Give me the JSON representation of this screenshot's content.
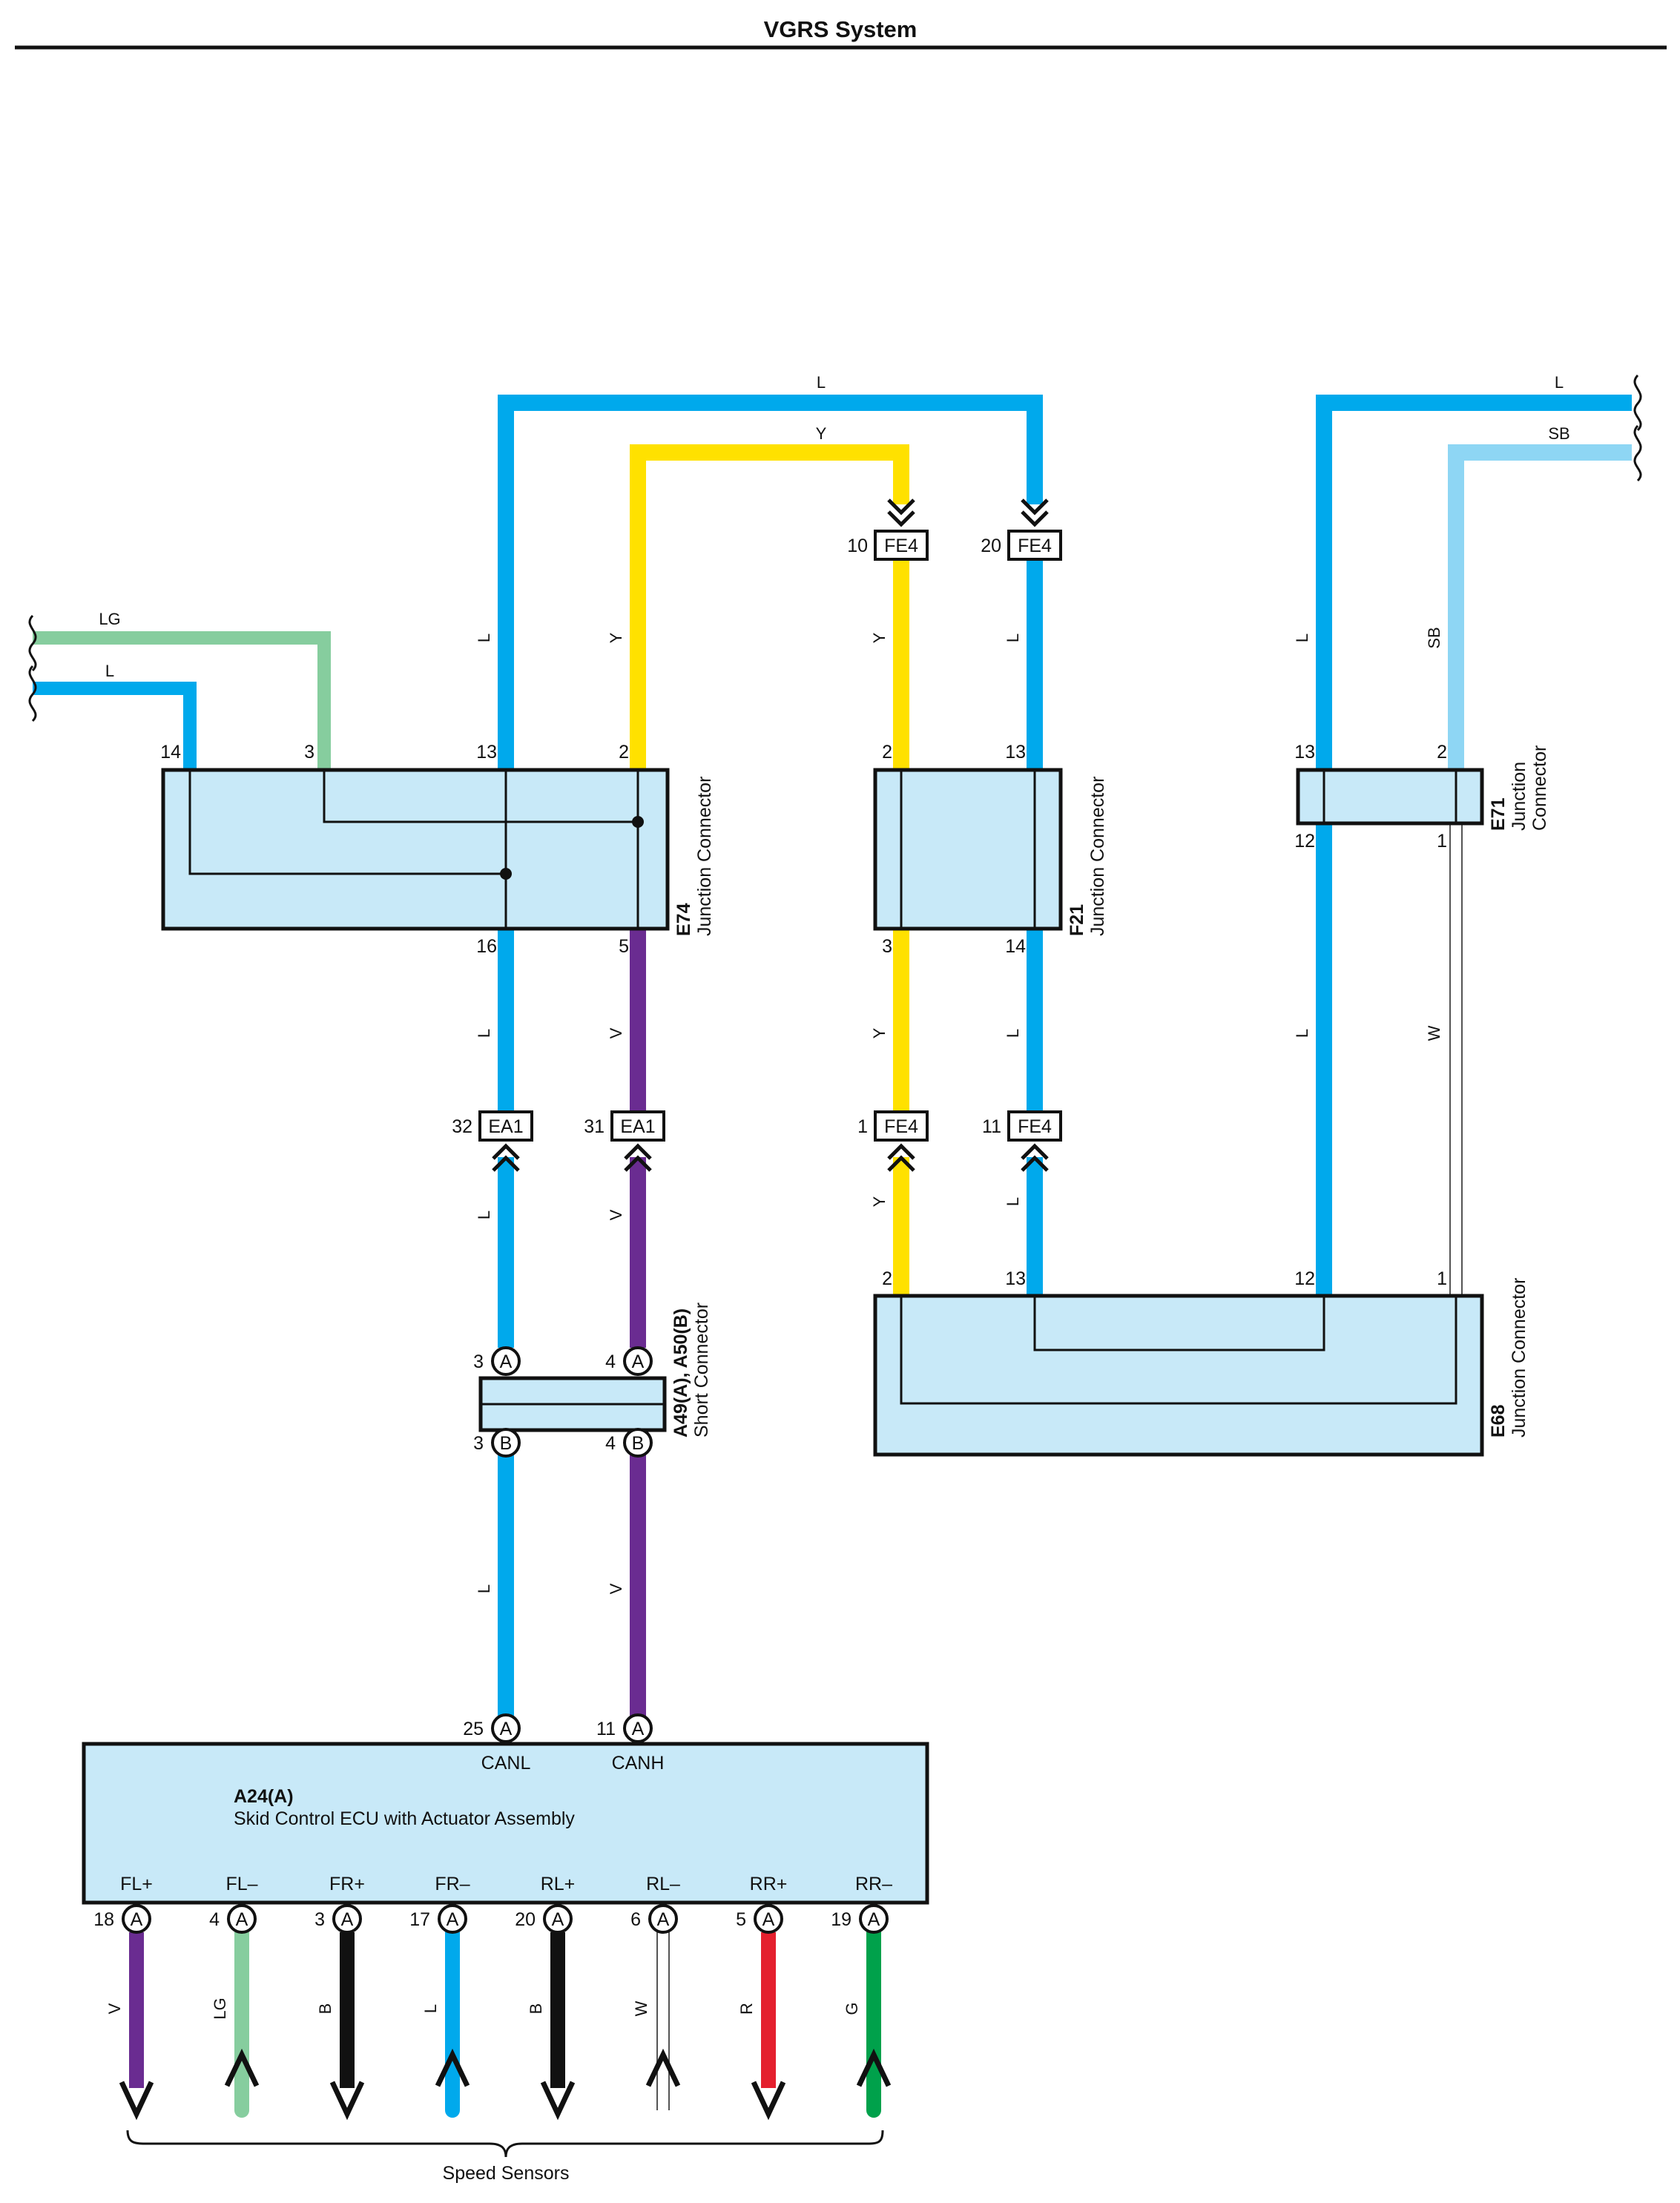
{
  "title": "VGRS System",
  "colors": {
    "L": "#00a9ec",
    "Y": "#ffe100",
    "LG": "#86cd9e",
    "SB": "#8ed6f4",
    "V": "#6a2c91",
    "B": "#111111",
    "R": "#e4202e",
    "G": "#00a14b",
    "W": "#ffffff",
    "box_fill": "#c8e9f8",
    "outline": "#111111"
  },
  "wires": {
    "top_l": "L",
    "top_y": "Y",
    "left_lg": "LG",
    "left_l": "L",
    "right_l": "L",
    "right_sb": "SB",
    "e74_13_up": "L",
    "e74_2_up": "Y",
    "f21_2_up": "Y",
    "f21_13_up": "L",
    "e71_13_up": "L",
    "e71_2_up": "SB",
    "e74_16_dn": "L",
    "e74_5_dn": "V",
    "f21_3_dn": "Y",
    "f21_14_dn": "L",
    "e71_12_dn": "L",
    "e71_1_dn": "W",
    "ea1_32_dn": "L",
    "ea1_31_dn": "V",
    "fe4_1_dn": "Y",
    "fe4_11_dn": "L",
    "a49_3_dn": "L",
    "a49_4_dn": "V"
  },
  "connectors": {
    "fe4_10": {
      "pin": "10",
      "name": "FE4"
    },
    "fe4_20": {
      "pin": "20",
      "name": "FE4"
    },
    "ea1_32": {
      "pin": "32",
      "name": "EA1"
    },
    "ea1_31": {
      "pin": "31",
      "name": "EA1"
    },
    "fe4_1": {
      "pin": "1",
      "name": "FE4"
    },
    "fe4_11": {
      "pin": "11",
      "name": "FE4"
    }
  },
  "e74": {
    "code": "E74",
    "desc": "Junction Connector",
    "pins_top": [
      "14",
      "3",
      "13",
      "2"
    ],
    "pins_bottom": [
      "16",
      "5"
    ]
  },
  "f21": {
    "code": "F21",
    "desc": "Junction Connector",
    "pins_top": [
      "2",
      "13"
    ],
    "pins_bottom": [
      "3",
      "14"
    ]
  },
  "e71": {
    "code": "E71",
    "desc_line1": "Junction",
    "desc_line2": "Connector",
    "pins_top": [
      "13",
      "2"
    ],
    "pins_bottom": [
      "12",
      "1"
    ]
  },
  "e68": {
    "code": "E68",
    "desc": "Junction Connector",
    "pins_top": [
      "2",
      "13",
      "12",
      "1"
    ]
  },
  "a49": {
    "code": "A49(A), A50(B)",
    "desc": "Short Connector",
    "pins_a": [
      "3",
      "4"
    ],
    "pins_b": [
      "3",
      "4"
    ],
    "letter_a": "A",
    "letter_b": "B"
  },
  "ecu": {
    "code": "A24(A)",
    "name": "Skid Control ECU with Actuator Assembly",
    "conn_letter": "A",
    "top_pins": [
      {
        "pin": "25",
        "label": "CANL"
      },
      {
        "pin": "11",
        "label": "CANH"
      }
    ],
    "bottom_pins": [
      {
        "pin": "18",
        "label": "FL+",
        "wire": "V",
        "arrow": "down"
      },
      {
        "pin": "4",
        "label": "FL–",
        "wire": "LG",
        "arrow": "up"
      },
      {
        "pin": "3",
        "label": "FR+",
        "wire": "B",
        "arrow": "down"
      },
      {
        "pin": "17",
        "label": "FR–",
        "wire": "L",
        "arrow": "up"
      },
      {
        "pin": "20",
        "label": "RL+",
        "wire": "B",
        "arrow": "down"
      },
      {
        "pin": "6",
        "label": "RL–",
        "wire": "W",
        "arrow": "up"
      },
      {
        "pin": "5",
        "label": "RR+",
        "wire": "R",
        "arrow": "down"
      },
      {
        "pin": "19",
        "label": "RR–",
        "wire": "G",
        "arrow": "up"
      }
    ]
  },
  "speed_sensors_label": "Speed Sensors"
}
